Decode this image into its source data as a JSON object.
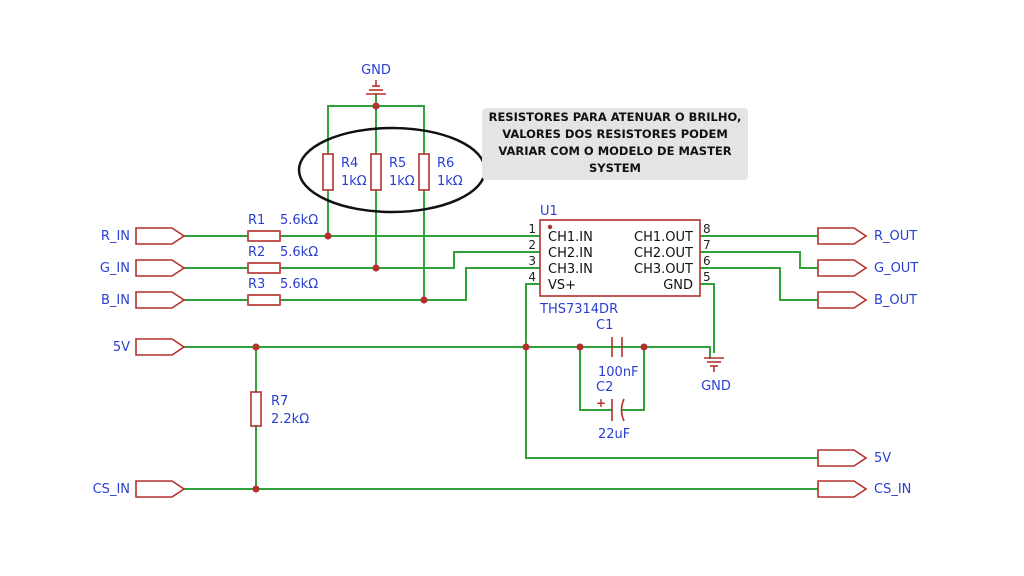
{
  "ports": {
    "r_in": "R_IN",
    "g_in": "G_IN",
    "b_in": "B_IN",
    "v5_in": "5V",
    "cs_in": "CS_IN",
    "r_out": "R_OUT",
    "g_out": "G_OUT",
    "b_out": "B_OUT",
    "v5_out": "5V",
    "cs_out": "CS_IN"
  },
  "components": {
    "r1": {
      "ref": "R1",
      "value": "5.6kΩ"
    },
    "r2": {
      "ref": "R2",
      "value": "5.6kΩ"
    },
    "r3": {
      "ref": "R3",
      "value": "5.6kΩ"
    },
    "r4": {
      "ref": "R4",
      "value": "1kΩ"
    },
    "r5": {
      "ref": "R5",
      "value": "1kΩ"
    },
    "r6": {
      "ref": "R6",
      "value": "1kΩ"
    },
    "r7": {
      "ref": "R7",
      "value": "2.2kΩ"
    },
    "c1": {
      "ref": "C1",
      "value": "100nF"
    },
    "c2": {
      "ref": "C2",
      "value": "22uF",
      "polarity": "+"
    }
  },
  "ic": {
    "ref": "U1",
    "part": "THS7314DR",
    "left_pins": [
      {
        "num": "1",
        "name": "CH1.IN"
      },
      {
        "num": "2",
        "name": "CH2.IN"
      },
      {
        "num": "3",
        "name": "CH3.IN"
      },
      {
        "num": "4",
        "name": "VS+"
      }
    ],
    "right_pins": [
      {
        "num": "8",
        "name": "CH1.OUT"
      },
      {
        "num": "7",
        "name": "CH2.OUT"
      },
      {
        "num": "6",
        "name": "CH3.OUT"
      },
      {
        "num": "5",
        "name": "GND"
      }
    ]
  },
  "ground_labels": {
    "top": "GND",
    "right": "GND"
  },
  "annotation": "RESISTORES PARA ATENUAR O BRILHO, VALORES DOS RESISTORES PODEM VARIAR COM O MODELO DE MASTER SYSTEM",
  "colors": {
    "wire": "#2fa33a",
    "component": "#b5302a",
    "label": "#2a3fd1"
  }
}
